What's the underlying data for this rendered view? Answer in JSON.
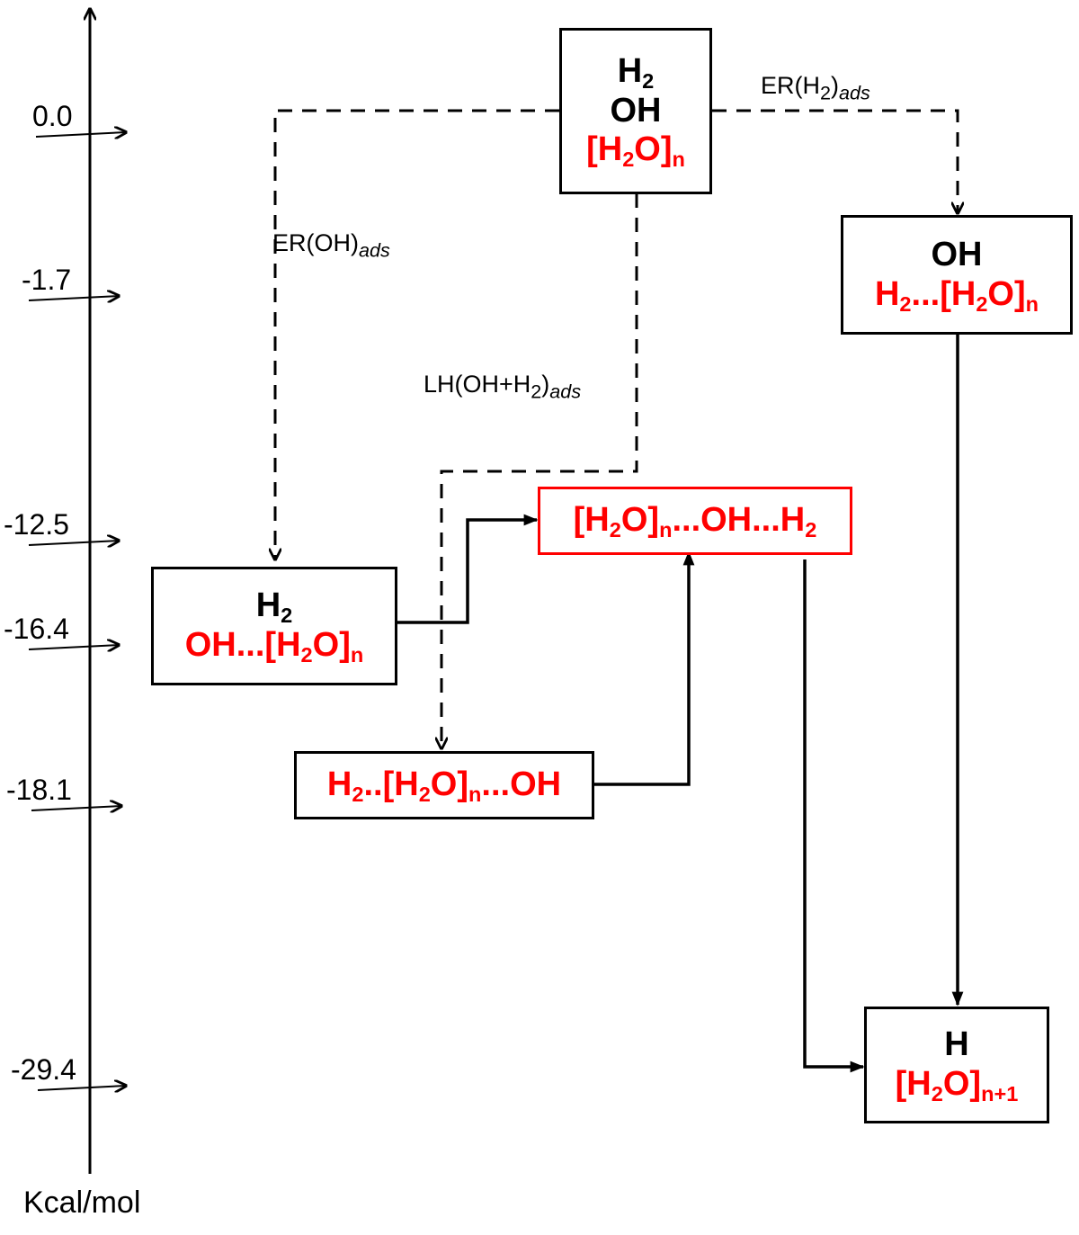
{
  "axis": {
    "unit": "Kcal/mol",
    "ticks": [
      "0.0",
      "-1.7",
      "-12.5",
      "-16.4",
      "-18.1",
      "-29.4"
    ]
  },
  "nodes": {
    "reactants": {
      "line1_main": "H",
      "line1_sub": "2",
      "line2": "OH",
      "line3_a": "[H",
      "line3_b": "2",
      "line3_c": "O]",
      "line3_sub": "n"
    },
    "oh_top": {
      "line1": "OH",
      "line2_a": "H",
      "line2_b": "2",
      "line2_c": "...[H",
      "line2_d": "2",
      "line2_e": "O]",
      "line2_sub": "n"
    },
    "h2_top": {
      "line1_main": "H",
      "line1_sub": "2",
      "line2_a": "OH...[H",
      "line2_b": "2",
      "line2_c": "O]",
      "line2_sub": "n"
    },
    "complex": {
      "a": "[H",
      "b": "2",
      "c": "O]",
      "d": "n",
      "e": "...OH...H",
      "f": "2"
    },
    "mixed": {
      "a": "H",
      "b": "2",
      "c": "..[H",
      "d": "2",
      "e": "O]",
      "f": "n",
      "g": "...OH"
    },
    "product": {
      "line1": "H",
      "line2_a": "[H",
      "line2_b": "2",
      "line2_c": "O]",
      "line2_sub": "n+1"
    }
  },
  "paths": {
    "er_h2": {
      "main": "ER(H",
      "sub1": "2",
      "close": ")",
      "sub2": "ads"
    },
    "er_oh": {
      "main": "ER(OH)",
      "sub": "ads"
    },
    "lh": {
      "main": "LH(OH+H",
      "sub1": "2",
      "close": ")",
      "sub2": "ads"
    }
  }
}
